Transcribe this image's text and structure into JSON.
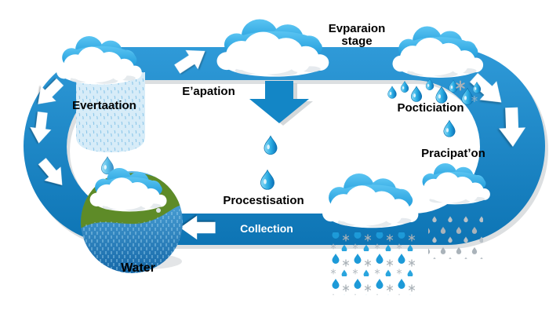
{
  "diagram": {
    "title": {
      "line1": "Evparaion",
      "line2": "stage"
    },
    "labels": {
      "evaporation_band": "Eʼapation",
      "evaporation_shaft": "Evertaation",
      "precipitation_upper": "Pocticiation",
      "precipitation_lower": "Pracipatʼon",
      "condensation": "Procestisation",
      "collection": "Collection",
      "water": "Water"
    },
    "colors": {
      "band": "#1386c6",
      "band_light": "#2f9ad8",
      "band_deep": "#0d74b4",
      "sky_light": "#5ac4f2",
      "sky_deep": "#0d8fd4",
      "drop_light": "#8edcf8",
      "drop_mid": "#29abe2",
      "drop_deep": "#0b6fb8",
      "land_green": "#5e8b28",
      "water_light": "#5fb6e6",
      "water_deep": "#1668a8",
      "snow_grey": "#a9b1b7",
      "label": "#000000",
      "collection_text": "#ffffff"
    },
    "icons": [
      "cloud-icon",
      "raindrop-icon",
      "snowflake-icon",
      "flow-arrow-icon",
      "down-arrow-icon",
      "earth-globe-icon"
    ]
  }
}
